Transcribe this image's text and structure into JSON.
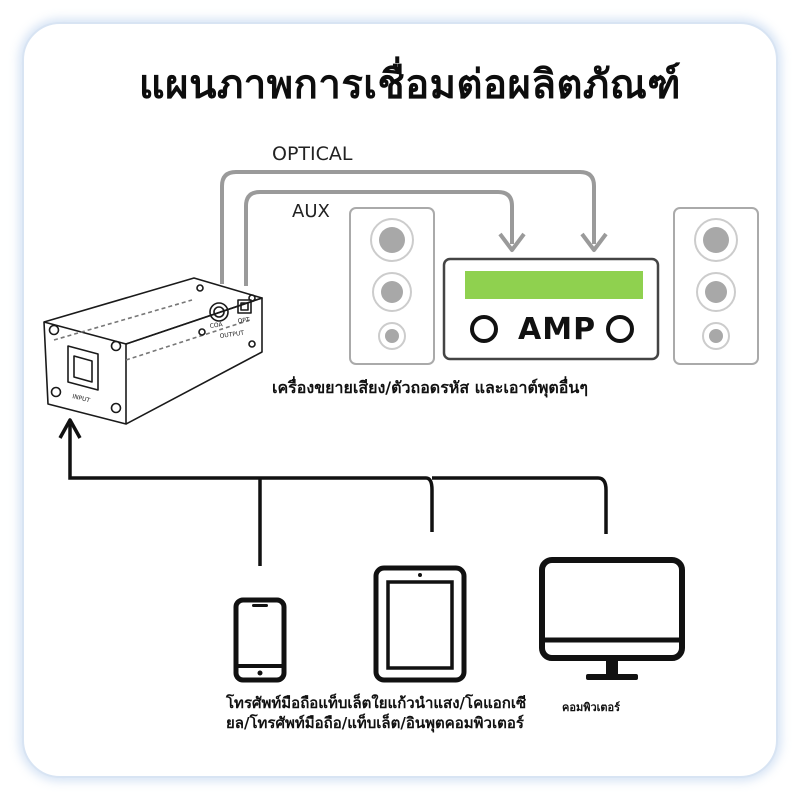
{
  "title": "แผนภาพการเชื่อมต่อผลิตภัณฑ์",
  "labels": {
    "optical": "OPTICAL",
    "aux": "AUX",
    "amp": "AMP",
    "amp_description": "เครื่องขยายเสียง/ตัวถอดรหัส และเอาต์พุตอื่นๆ",
    "phone_tablet_description": "โทรศัพท์มือถือแท็บเล็ตใยแก้วนำแสง/โคแอกเซียล/โทรศัพท์มือถือ/แท็บเล็ต/อินพุตคอมพิวเตอร์",
    "computer": "คอมพิวเตอร์"
  },
  "device_port_labels": {
    "coa": "COA",
    "opt": "OPT",
    "output": "OUTPUT",
    "input": "INPUT"
  },
  "colors": {
    "gray_line": "#9a9a9a",
    "amp_display": "#8fd14f",
    "speaker_cone": "#a8a8a8",
    "black": "#111111"
  }
}
